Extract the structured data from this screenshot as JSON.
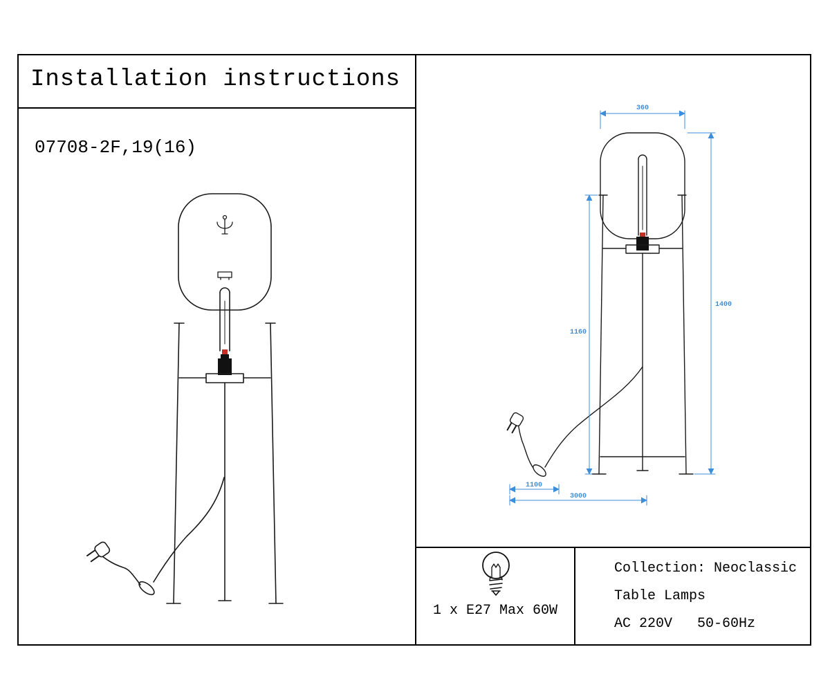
{
  "header": {
    "title": "Installation instructions"
  },
  "product": {
    "model": "07708-2F,19(16)"
  },
  "dims": {
    "shade_width": "360",
    "total_height": "1400",
    "stand_height": "1160",
    "cord_a": "1100",
    "cord_b": "3000"
  },
  "specs": {
    "bulb": "1 x E27 Max 60W",
    "collection": "Collection: Neoclassic",
    "category": "Table Lamps",
    "power": "AC 220V   50-60Hz"
  },
  "colors": {
    "line": "#1a1a1a",
    "dimension_blue": "#3d8ed8",
    "accent_red": "#c2302a"
  },
  "icons": {
    "bulb": "bulb-icon"
  }
}
